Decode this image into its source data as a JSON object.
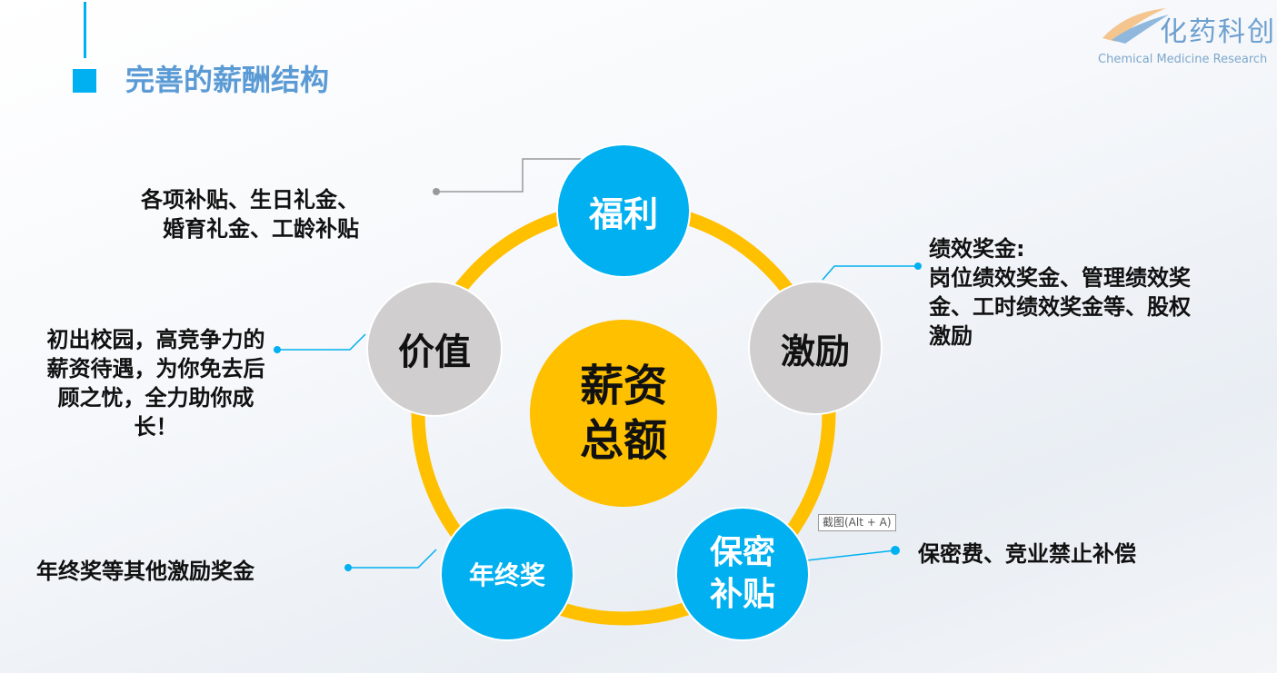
{
  "title": "完善的薪酬结构",
  "logo": {
    "cn": "化药科创",
    "en": "Chemical Medicine Research"
  },
  "center": "薪资总额",
  "nodes": {
    "welfare": {
      "label": "福利",
      "desc": "各项补贴、生日礼金、\n婚育礼金、工龄补贴"
    },
    "incentive": {
      "label": "激励",
      "desc": "绩效奖金:\n岗位绩效奖金、管理绩效奖金、工时绩效奖金等、股权激励"
    },
    "value": {
      "label": "价值",
      "desc": "初出校园，高竞争力的薪资待遇，为你免去后顾之忧，全力助你成长！"
    },
    "year_end": {
      "label": "年终奖",
      "desc": "年终奖等其他激励奖金"
    },
    "confidential": {
      "label": "保密补贴",
      "desc": "保密费、竞业禁止补偿"
    }
  },
  "tooltip": "截图(Alt + A)",
  "colors": {
    "blue": "#00B0F0",
    "yellow": "#FFC000",
    "gray": "#D0CECE",
    "title": "#5B9BD5"
  }
}
